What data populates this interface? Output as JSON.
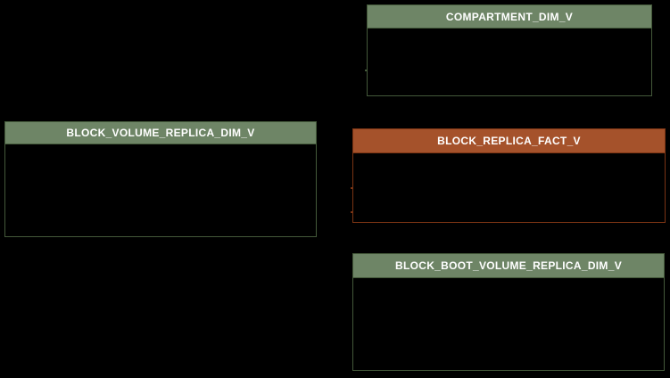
{
  "diagram": {
    "background_color": "#000000",
    "title_text_color": "#ffffff",
    "entities": [
      {
        "id": "compartment-dim-v",
        "title": "COMPARTMENT_DIM_V",
        "kind": "dimension",
        "header_color": "#6e8566",
        "border_color": "#44593a",
        "body_empty": true
      },
      {
        "id": "block-volume-replica-dim-v",
        "title": "BLOCK_VOLUME_REPLICA_DIM_V",
        "kind": "dimension",
        "header_color": "#6e8566",
        "border_color": "#44593a",
        "body_empty": true
      },
      {
        "id": "block-replica-fact-v",
        "title": "BLOCK_REPLICA_FACT_V",
        "kind": "fact",
        "header_color": "#a5522b",
        "border_color": "#7b3414",
        "body_empty": true
      },
      {
        "id": "block-boot-volume-replica-dim-v",
        "title": "BLOCK_BOOT_VOLUME_REPLICA_DIM_V",
        "kind": "dimension",
        "header_color": "#6e8566",
        "border_color": "#44593a",
        "body_empty": true
      }
    ]
  }
}
